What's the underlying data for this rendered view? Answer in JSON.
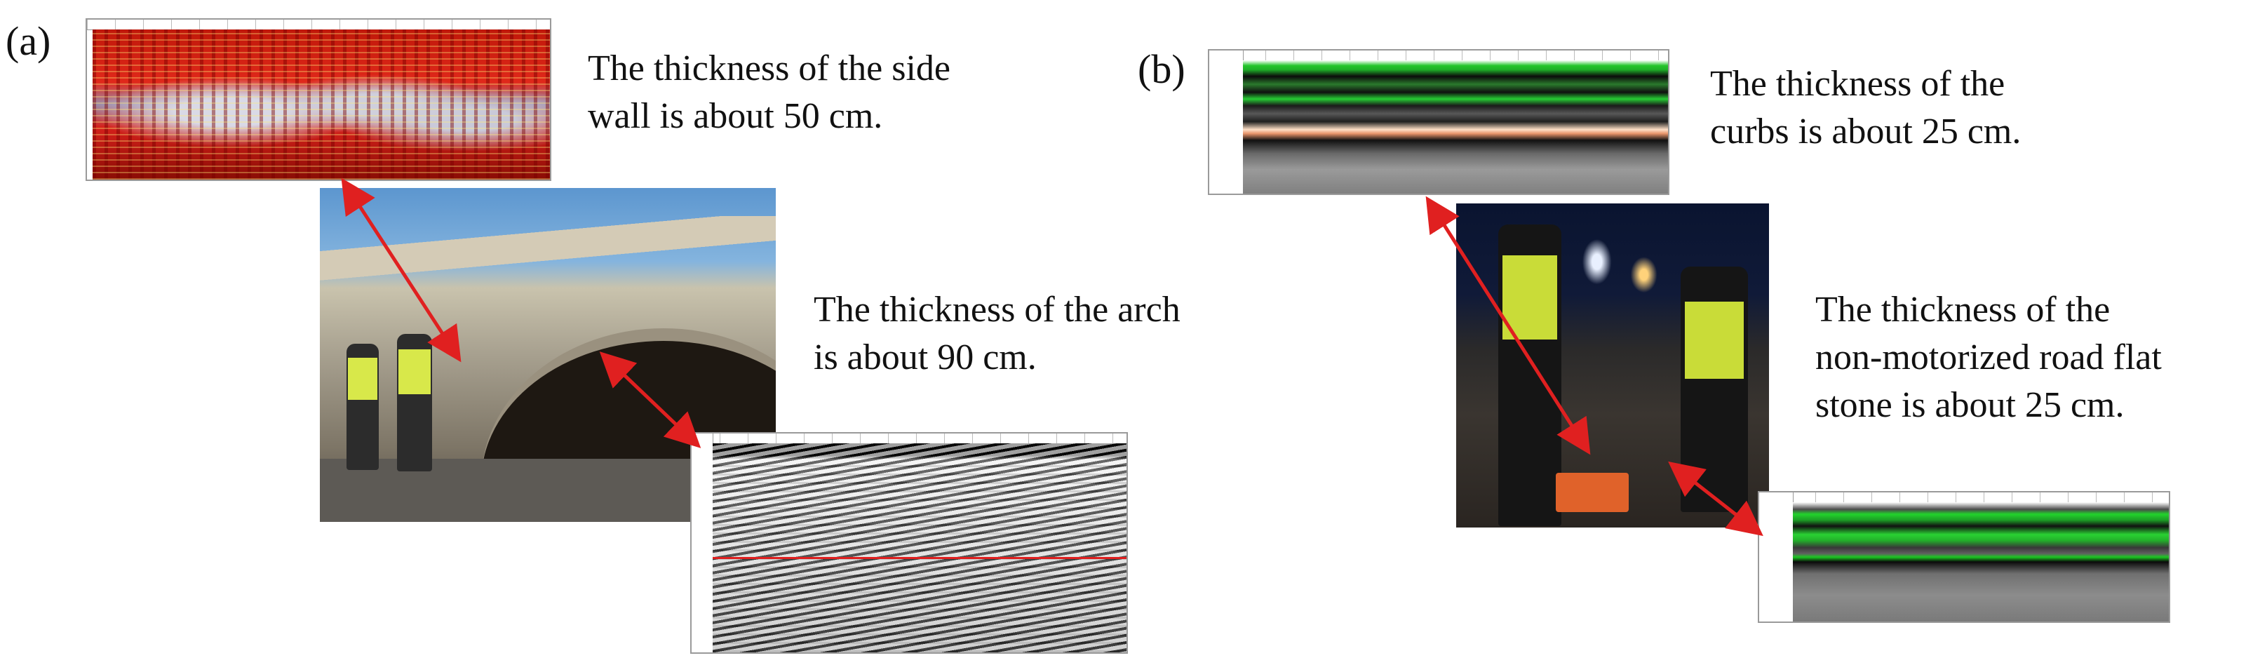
{
  "panel_a": {
    "label": "(a)",
    "caption_side_wall": {
      "line1": "The thickness of the side",
      "line2": "wall is about 50 cm."
    },
    "caption_arch": {
      "line1": "The thickness of the arch",
      "line2": "is about 90 cm."
    }
  },
  "panel_b": {
    "label": "(b)",
    "caption_curbs": {
      "line1": "The thickness of the",
      "line2": "curbs is about 25 cm."
    },
    "caption_flat_stone": {
      "line1": "The thickness of the",
      "line2": "non-motorized road flat",
      "line3": "stone is about 25 cm."
    }
  },
  "colors": {
    "arrow": "#e02020",
    "radar_green": "#22c52b",
    "radar_red": "#d4201a"
  }
}
